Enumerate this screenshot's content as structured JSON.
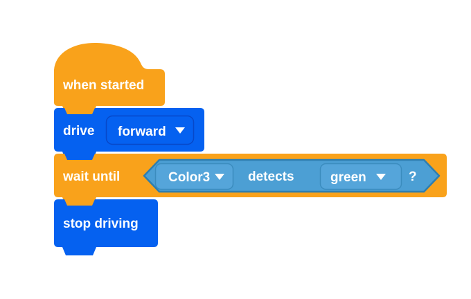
{
  "workspace": {
    "background": "#ffffff",
    "colors": {
      "orange": "#F9A21B",
      "blue": "#0561F0",
      "blue_dropdown_border": "#0748C8",
      "sensor_fill": "#4C9FD4",
      "sensor_stroke": "#2E7EAF",
      "sensor_dropdown_fill": "#55A5DA",
      "sensor_dropdown_border": "#3B8CBE",
      "text": "#FFFFFF"
    },
    "blocks": [
      {
        "id": "when-started",
        "type": "hat",
        "label": "when started"
      },
      {
        "id": "drive",
        "type": "stack",
        "label": "drive",
        "dropdown": {
          "value": "forward",
          "icon": "dropdown-caret-icon"
        }
      },
      {
        "id": "wait-until",
        "type": "stack",
        "label": "wait until",
        "condition": {
          "device_dropdown": {
            "value": "Color3",
            "icon": "dropdown-caret-icon"
          },
          "verb": "detects",
          "color_dropdown": {
            "value": "green",
            "icon": "dropdown-caret-icon"
          },
          "suffix": "?"
        }
      },
      {
        "id": "stop-driving",
        "type": "stack",
        "label": "stop driving"
      }
    ]
  }
}
